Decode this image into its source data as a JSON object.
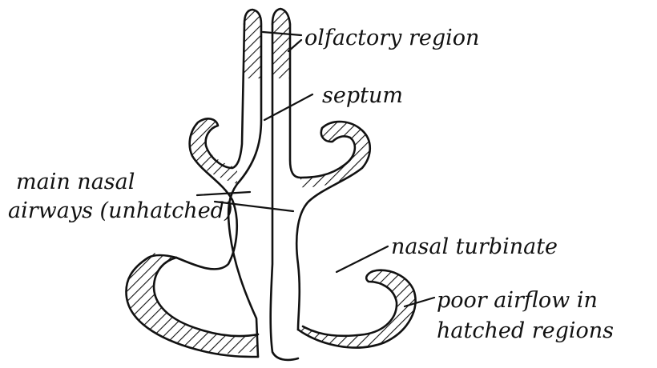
{
  "diagram": {
    "labels": {
      "olfactory": "olfactory region",
      "septum": "septum",
      "airways_line1": "main nasal",
      "airways_line2": "airways (unhatched)",
      "turbinate": "nasal turbinate",
      "poor_line1": "poor airflow in",
      "poor_line2": "hatched regions"
    },
    "colors": {
      "ink": "#111111",
      "background": "#ffffff"
    }
  }
}
